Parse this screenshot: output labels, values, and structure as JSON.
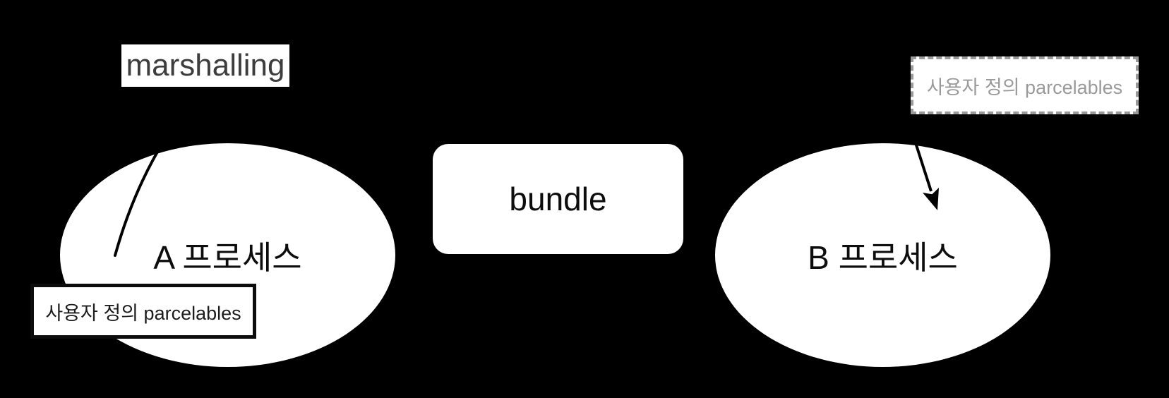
{
  "diagram": {
    "marshalling_label": "marshalling",
    "process_a_label": "A 프로세스",
    "bundle_label": "bundle",
    "process_b_label": "B 프로세스",
    "parcelables_solid_label": "사용자 정의 parcelables",
    "parcelables_dashed_label": "사용자 정의 parcelables",
    "colors": {
      "background": "#000000",
      "shape_fill": "#ffffff",
      "primary_text": "#0d0d0d",
      "marshalling_text": "#3d3d3d",
      "muted_text": "#9a9a9a",
      "dashed_border": "#9a9a9a",
      "solid_border": "#0d0d0d",
      "connector": "#000000"
    }
  }
}
